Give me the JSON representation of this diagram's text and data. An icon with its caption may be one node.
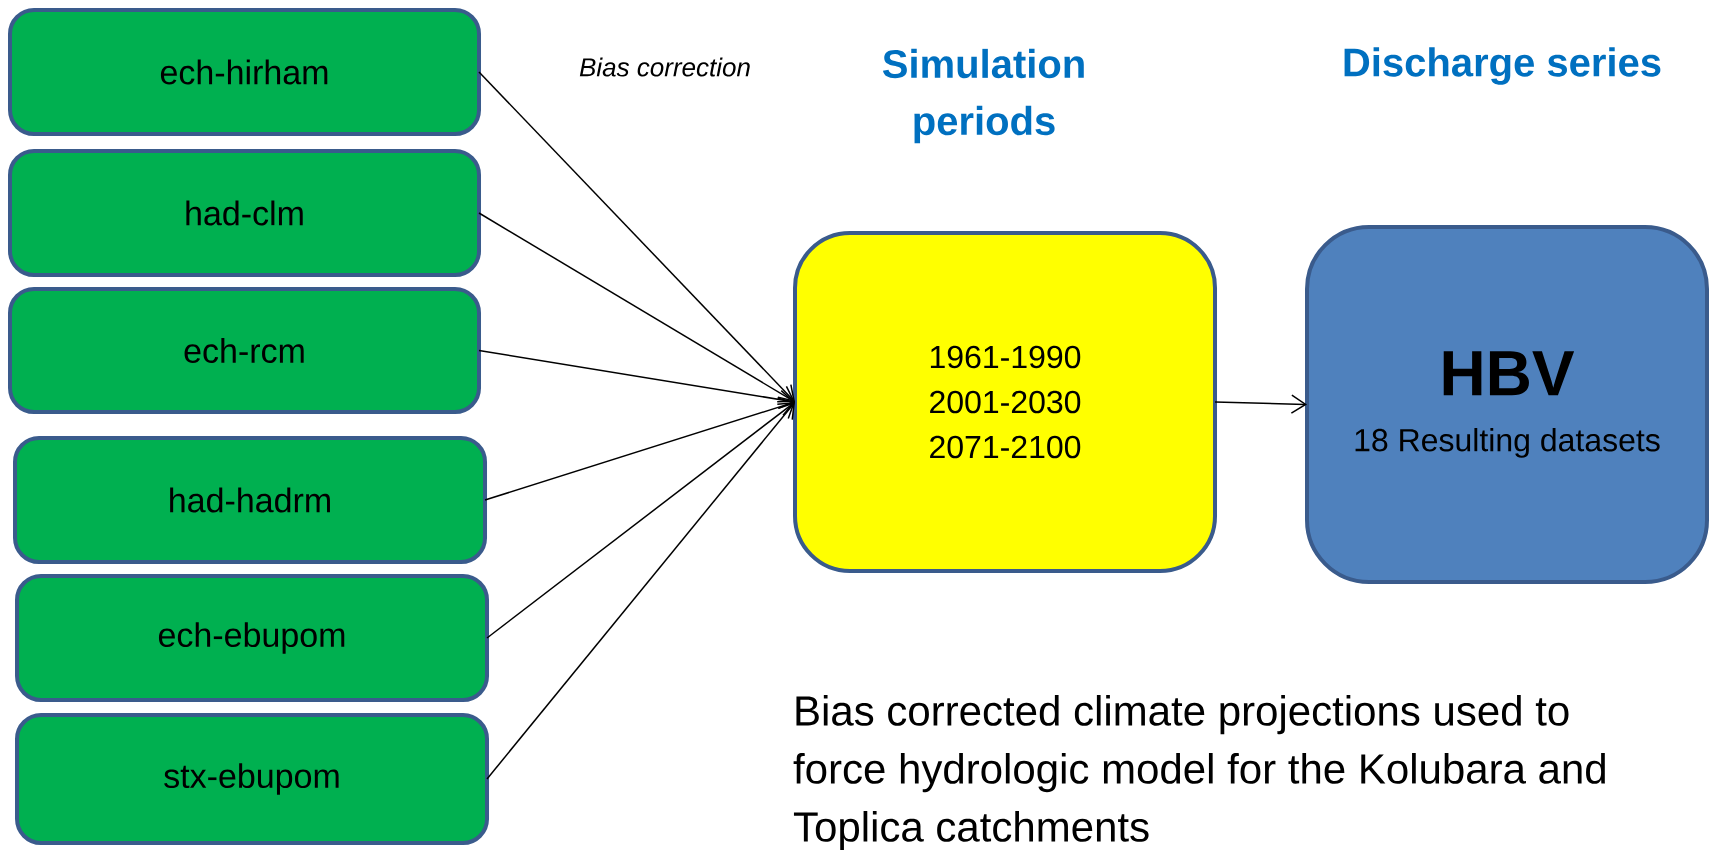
{
  "diagram": {
    "nodes": [
      {
        "text": [
          "ech-hirham"
        ]
      },
      {
        "text": [
          "had-clm"
        ]
      },
      {
        "text": [
          "ech-rcm"
        ]
      },
      {
        "text": [
          "had-hadrm"
        ]
      },
      {
        "text": [
          "ech-ebupom"
        ]
      },
      {
        "text": [
          "stx-ebupom"
        ]
      },
      {
        "text": [
          "1961-1990",
          "2001-2030",
          "2071-2100"
        ]
      },
      {
        "text": [
          "HBV",
          "18 Resulting datasets"
        ]
      }
    ],
    "edges": [
      {
        "from": 0,
        "to": 6,
        "arrow": "to"
      },
      {
        "from": 1,
        "to": 6,
        "arrow": "to"
      },
      {
        "from": 2,
        "to": 6,
        "arrow": "to"
      },
      {
        "from": 3,
        "to": 6,
        "arrow": "to"
      },
      {
        "from": 4,
        "to": 6,
        "arrow": "to"
      },
      {
        "from": 5,
        "to": 6,
        "arrow": "to"
      },
      {
        "from": 6,
        "to": 7,
        "arrow": "to"
      }
    ],
    "labels": [
      "Bias correction",
      "Simulation periods",
      "Discharge series",
      "Bias corrected climate projections used to force hydrologic model for the Kolubara and Toplica catchments"
    ]
  }
}
